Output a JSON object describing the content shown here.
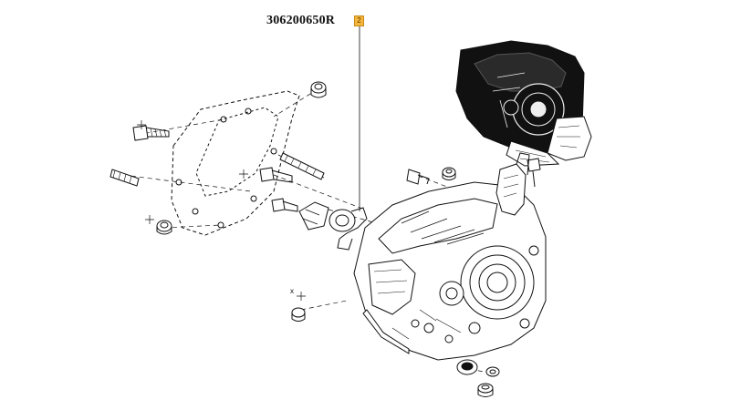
{
  "diagram": {
    "part_reference": "306200650R",
    "callout_number": "2",
    "dimension_marker": "x"
  },
  "colors": {
    "ink": "#111111",
    "callout_fill": "#f4b63b",
    "callout_border": "#c98a17",
    "highlight_fill": "#111111"
  },
  "icons": {
    "callout": "callout-badge",
    "highlight": "gearbox-housing-highlight-icon"
  }
}
